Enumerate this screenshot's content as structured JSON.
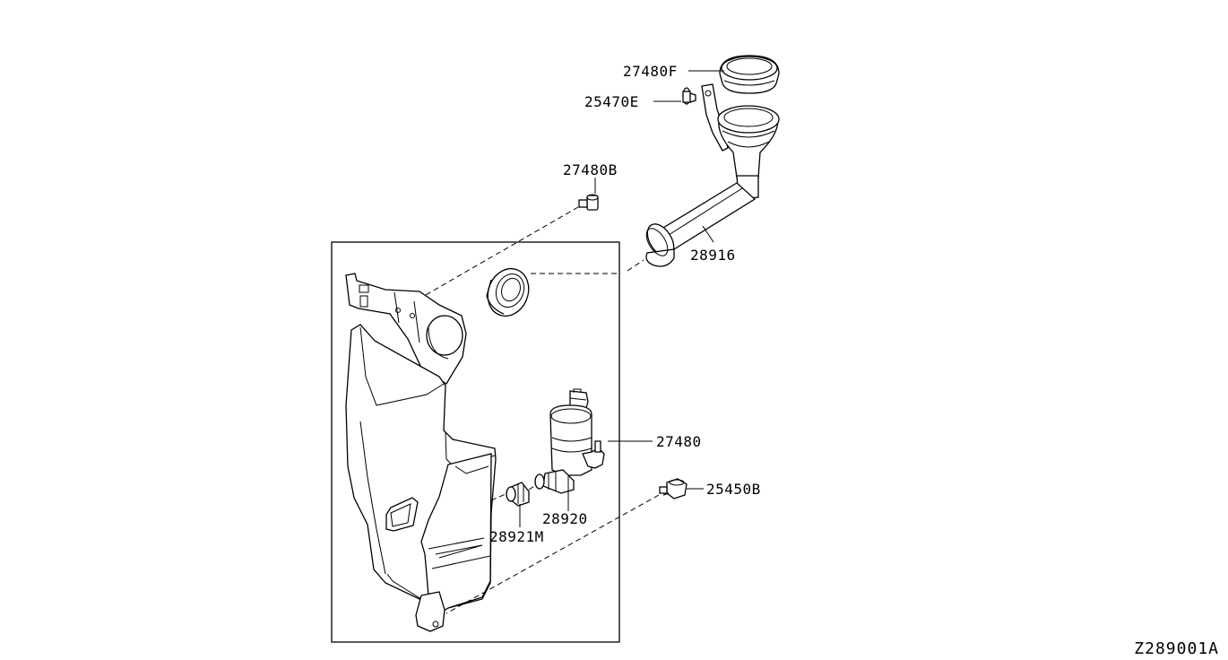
{
  "part_labels": {
    "p27480F": "27480F",
    "p25470E": "25470E",
    "p27480B": "27480B",
    "p28916": "28916",
    "p27480": "27480",
    "p25450B": "25450B",
    "p28920": "28920",
    "p28921M": "28921M"
  },
  "drawing_id": "Z289001A"
}
